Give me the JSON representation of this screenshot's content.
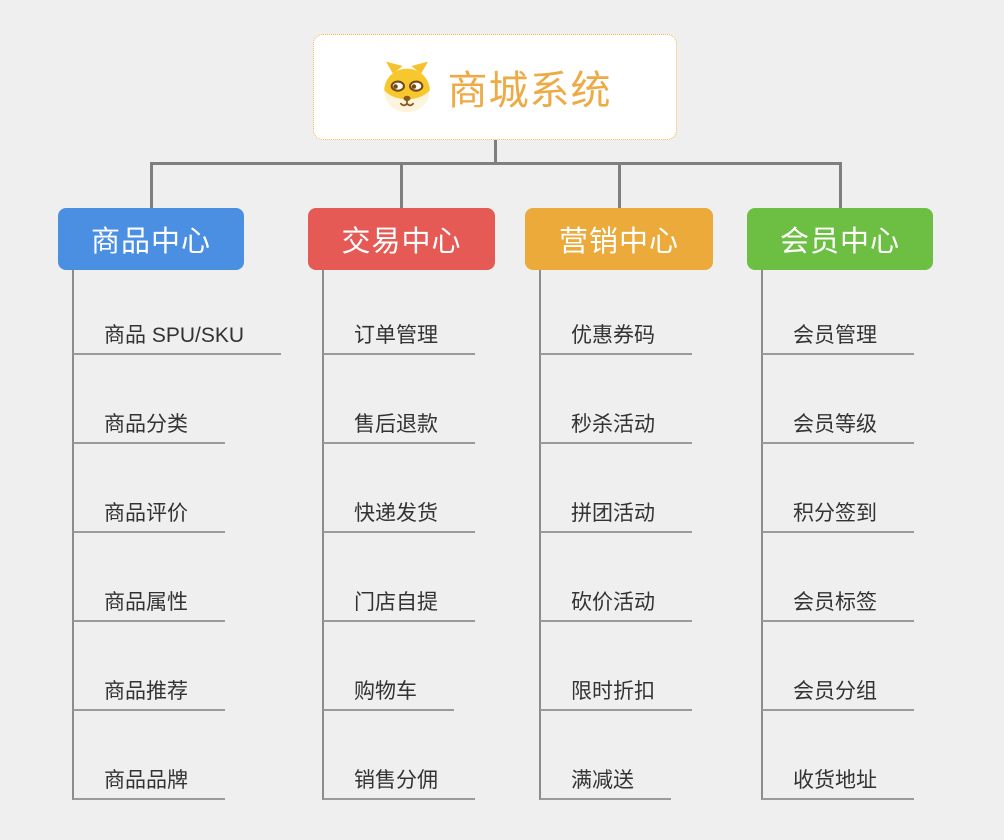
{
  "root": {
    "title": "商城系统",
    "icon": "shiba-dog-icon"
  },
  "colors": {
    "root_accent": "#edaa45",
    "root_border": "#f3b14d",
    "line_gray": "#7f7f7f",
    "underline_gray": "#9a9a9a",
    "child_text": "#333333"
  },
  "branches": [
    {
      "label": "商品中心",
      "color": "#4a8fe2",
      "children": [
        "商品 SPU/SKU",
        "商品分类",
        "商品评价",
        "商品属性",
        "商品推荐",
        "商品品牌"
      ]
    },
    {
      "label": "交易中心",
      "color": "#e55a54",
      "children": [
        "订单管理",
        "售后退款",
        "快递发货",
        "门店自提",
        "购物车",
        "销售分佣"
      ]
    },
    {
      "label": "营销中心",
      "color": "#ebaa3a",
      "children": [
        "优惠券码",
        "秒杀活动",
        "拼团活动",
        "砍价活动",
        "限时折扣",
        "满减送"
      ]
    },
    {
      "label": "会员中心",
      "color": "#6dbf43",
      "children": [
        "会员管理",
        "会员等级",
        "积分签到",
        "会员标签",
        "会员分组",
        "收货地址"
      ]
    }
  ]
}
